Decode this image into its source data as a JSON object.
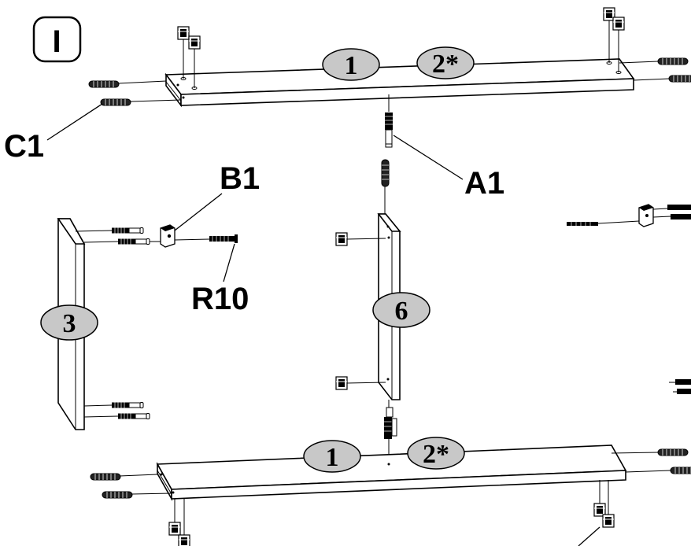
{
  "step": {
    "number": "I"
  },
  "part_badges": {
    "top_left": "1",
    "top_right": "2*",
    "side_left": "3",
    "middle": "6",
    "bottom_left": "1",
    "bottom_right": "2*"
  },
  "hardware_labels": {
    "c1": "C1",
    "a1": "A1",
    "b1": "B1",
    "r10": "R10"
  },
  "colors": {
    "badge_fill": "#c8c8c8",
    "line": "#000000",
    "background": "#ffffff"
  },
  "icons": [
    "cam-lock-icon",
    "cam-bolt-icon",
    "wooden-dowel-icon",
    "screw-icon",
    "connector-block-icon"
  ]
}
